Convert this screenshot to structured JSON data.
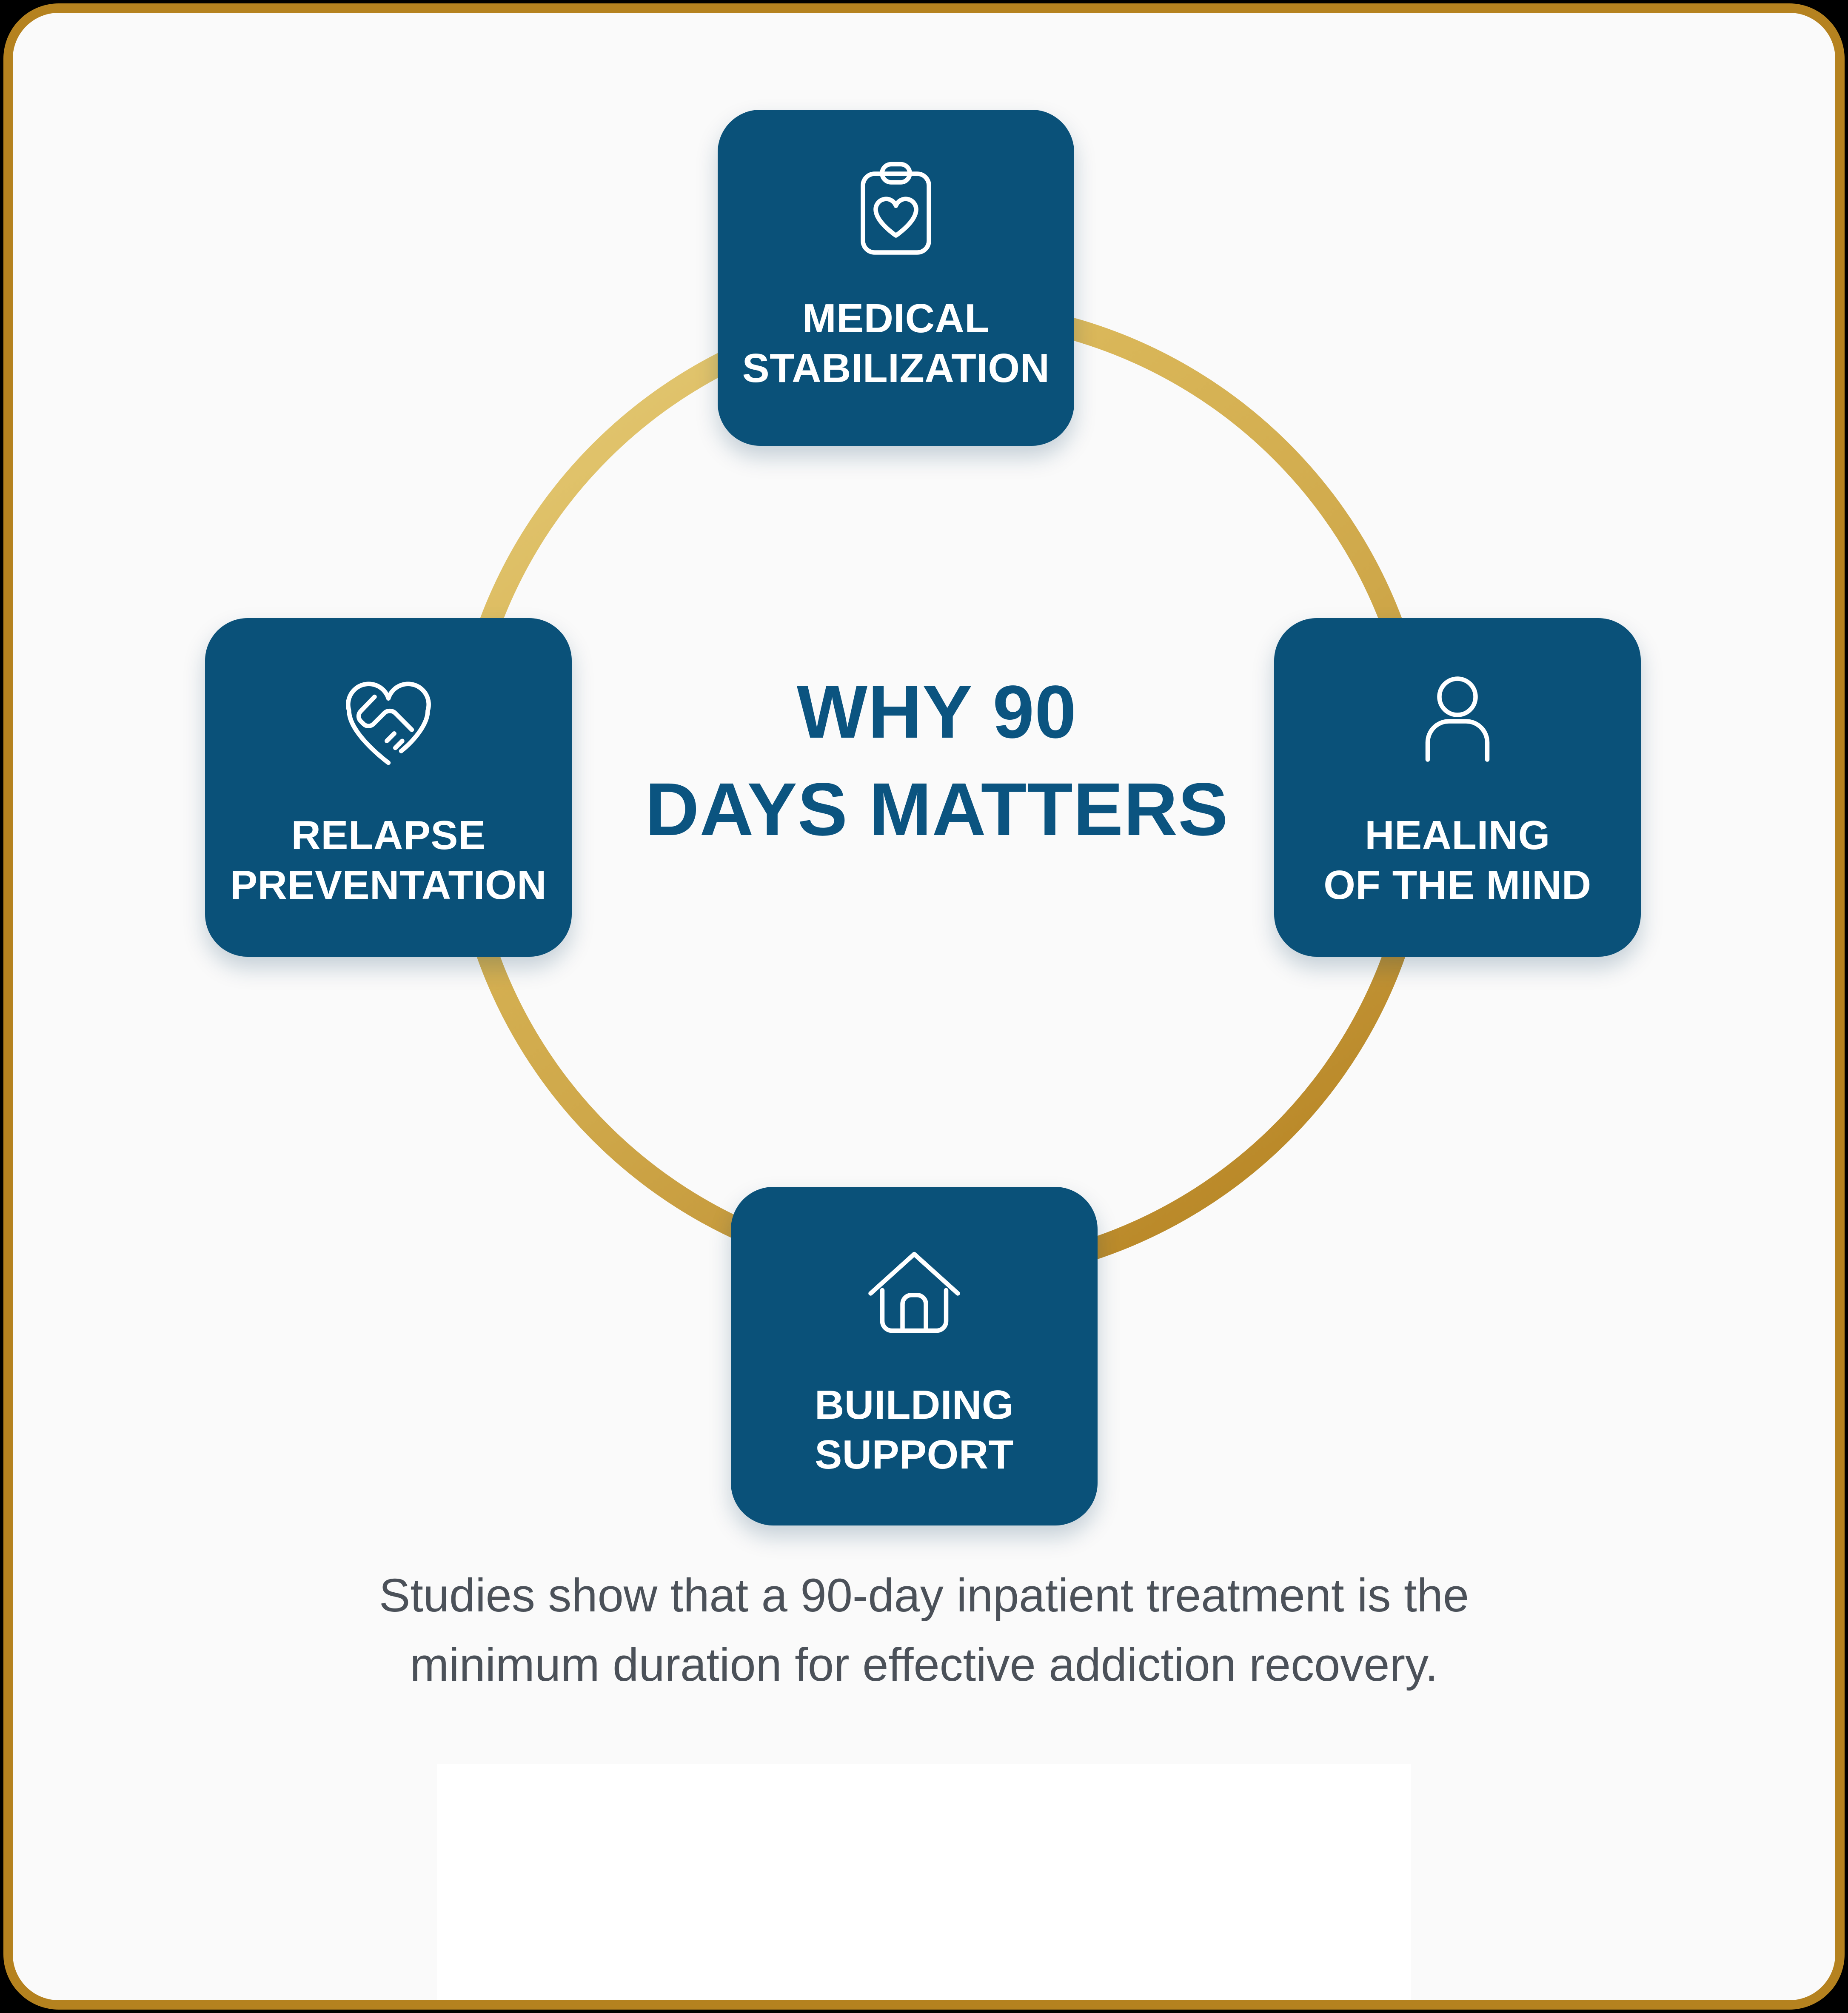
{
  "canvas": {
    "background_color": "#000000",
    "panel_background_color": "#FAFAFA",
    "frame_border_color": "#B5821F"
  },
  "theme": {
    "card_blue": "#0A5179",
    "title_blue": "#0B5480",
    "ring_gold_light": "#E0C46B",
    "ring_gold_mid": "#D2AA4E",
    "ring_gold_dark": "#B5821F",
    "caption_gray": "#4B5159",
    "card_text_white": "#FFFFFF"
  },
  "center": {
    "title": "WHY 90\nDAYS MATTERS"
  },
  "cards": [
    {
      "id": "medical-stabilization",
      "position": "top",
      "icon": "clipboard-heart-icon",
      "label": "MEDICAL\nSTABILIZATION"
    },
    {
      "id": "relapse-preventation",
      "position": "left",
      "icon": "heart-handshake-icon",
      "label": "RELAPSE\nPREVENTATION"
    },
    {
      "id": "healing-of-the-mind",
      "position": "right",
      "icon": "person-outline-icon",
      "label": "HEALING\nOF THE MIND"
    },
    {
      "id": "building-support",
      "position": "bottom",
      "icon": "house-icon",
      "label": "BUILDING\nSUPPORT"
    }
  ],
  "caption": {
    "text": "Studies show that a 90-day inpatient treatment is the\nminimum duration for effective addiction recovery."
  },
  "media_panel": {
    "content": ""
  },
  "chart_data": {
    "type": "diagram",
    "subtype": "cycle-ring",
    "title": "WHY 90 DAYS MATTERS",
    "center_label": "WHY 90 DAYS MATTERS",
    "nodes": [
      {
        "label": "MEDICAL STABILIZATION",
        "position": "top",
        "angle_deg": 90,
        "icon": "clipboard-heart-icon"
      },
      {
        "label": "HEALING OF THE MIND",
        "position": "right",
        "angle_deg": 0,
        "icon": "person-outline-icon"
      },
      {
        "label": "BUILDING SUPPORT",
        "position": "bottom",
        "angle_deg": 270,
        "icon": "house-icon"
      },
      {
        "label": "RELAPSE PREVENTATION",
        "position": "left",
        "angle_deg": 180,
        "icon": "heart-handshake-icon"
      }
    ],
    "connector": "continuous gold circle",
    "annotation": "Studies show that a 90-day inpatient treatment is the minimum duration for effective addiction recovery."
  }
}
